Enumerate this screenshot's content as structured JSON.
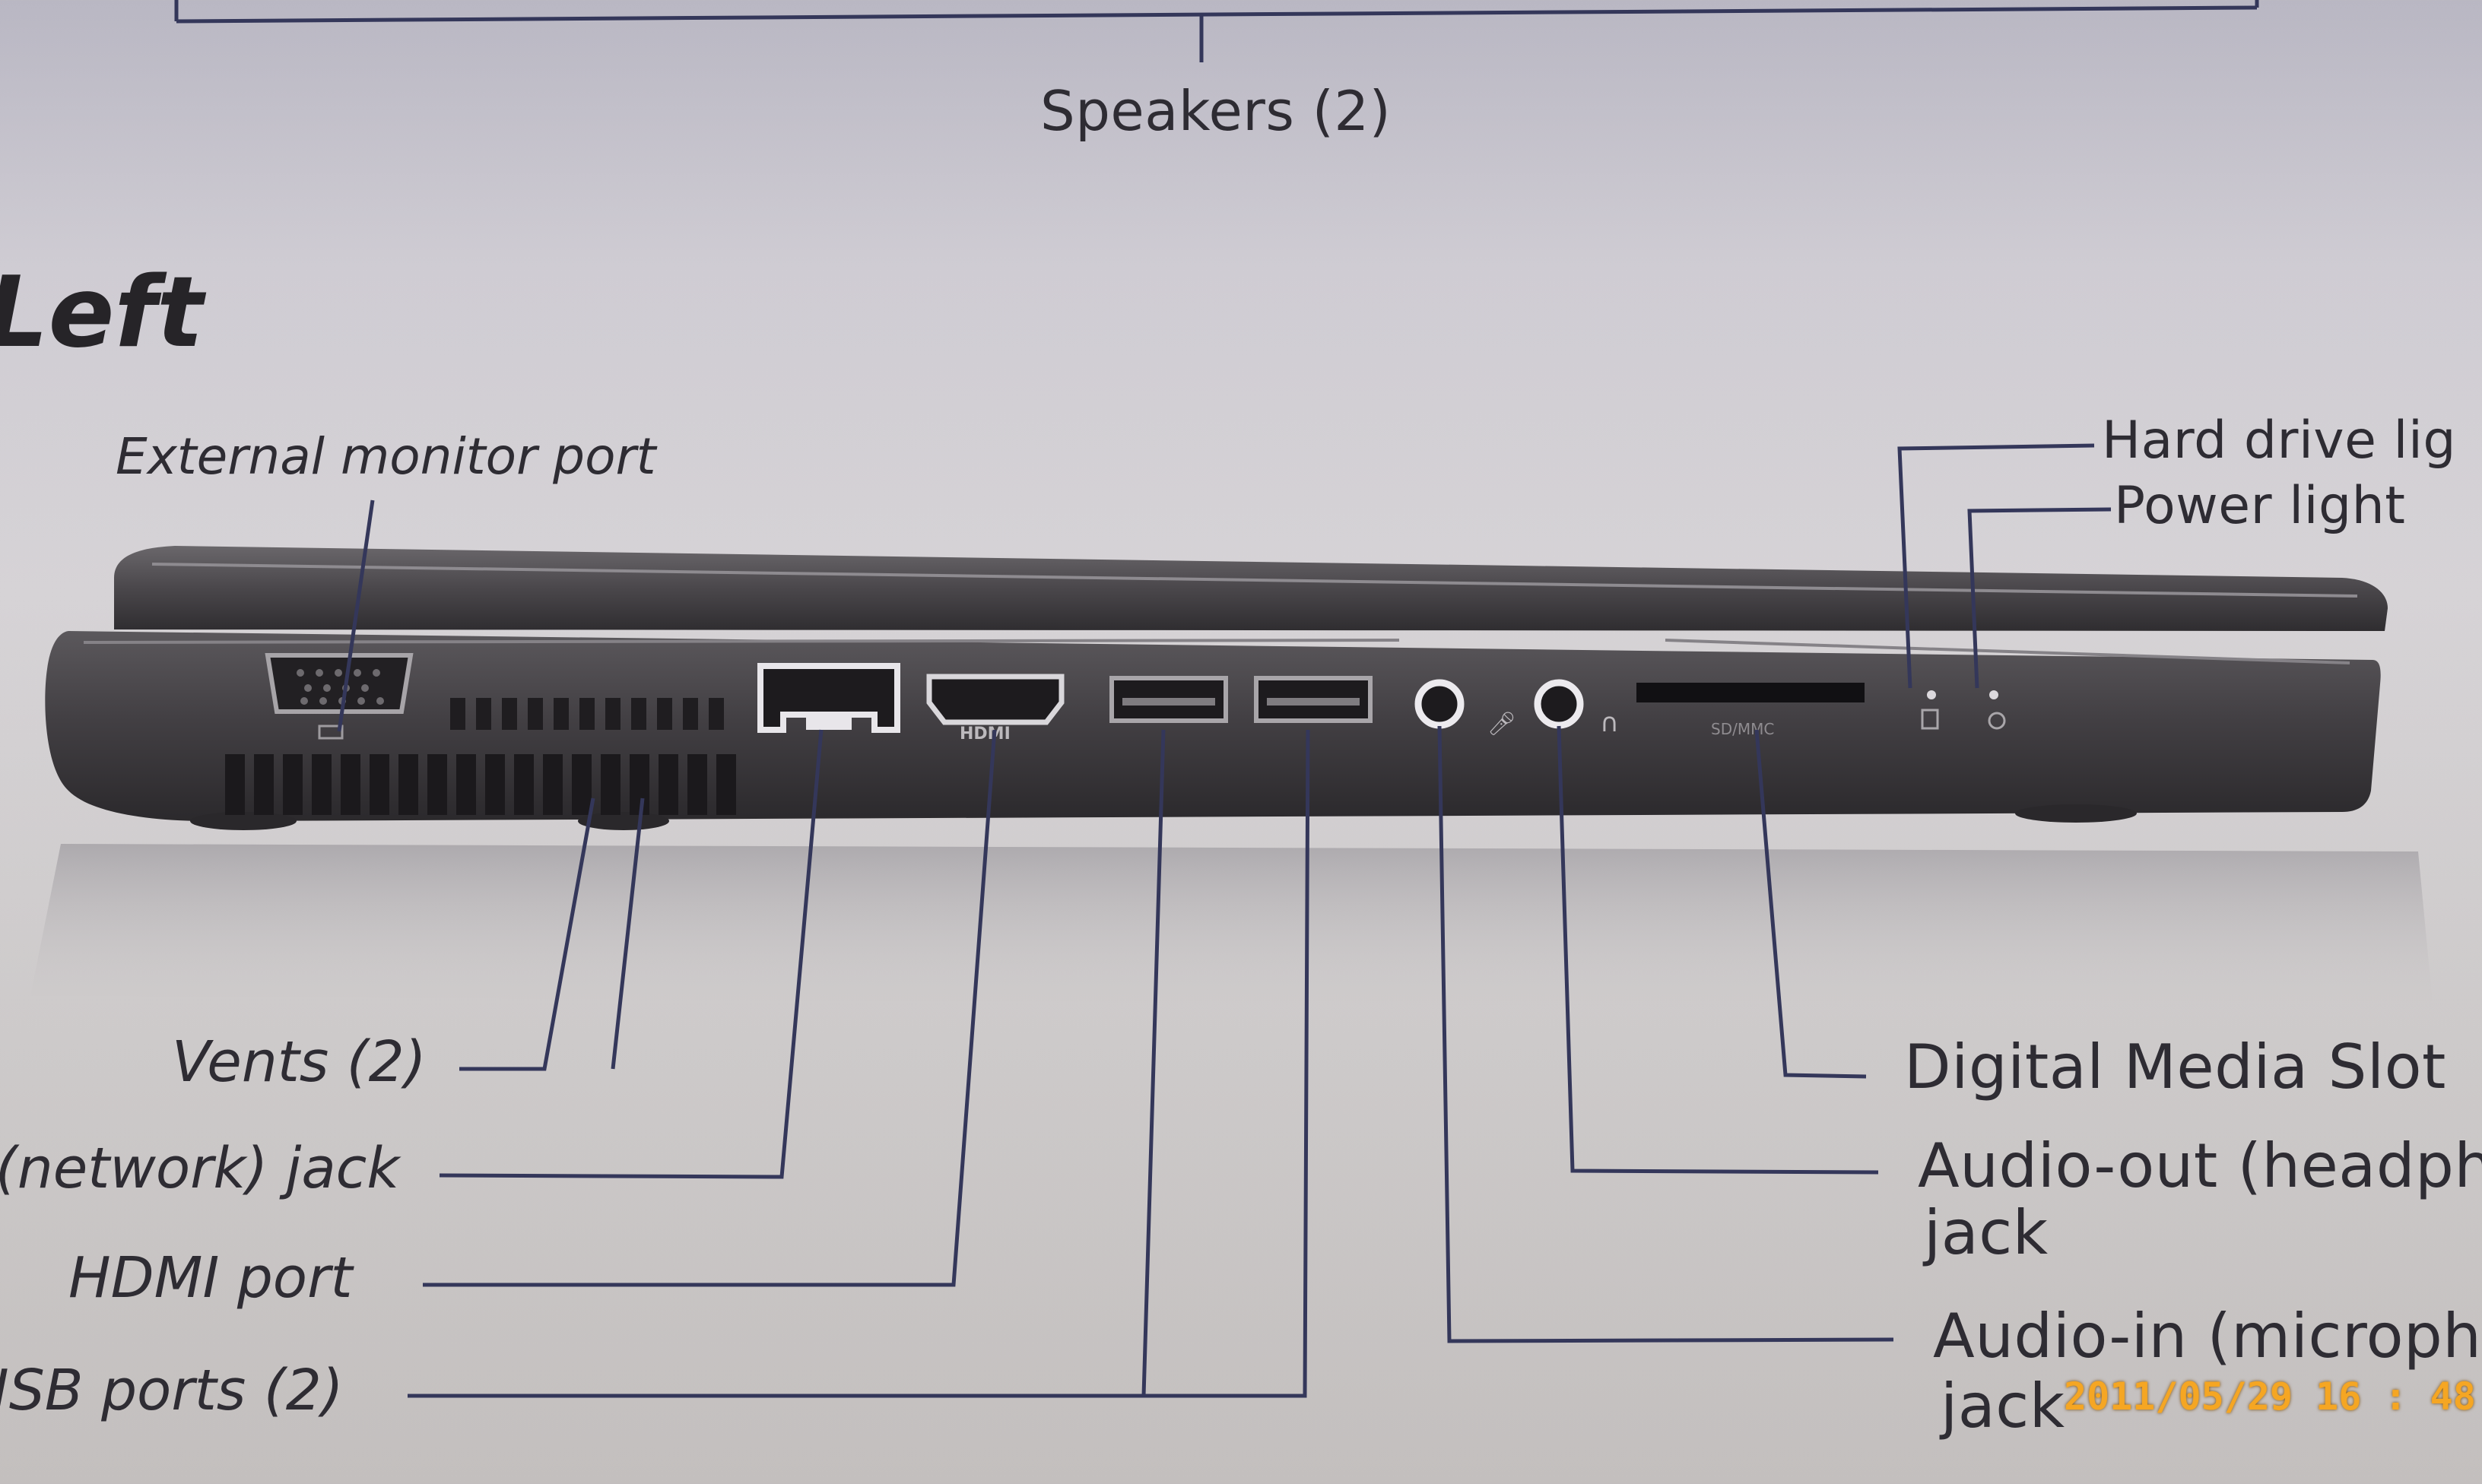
{
  "page": {
    "top_label": "Speakers (2)",
    "section_title": "Left"
  },
  "callouts": {
    "external_monitor_port": "External monitor port",
    "vents": "Vents (2)",
    "network_jack": "(network) jack",
    "hdmi_port": "HDMI port",
    "usb_ports": "JSB ports (2)",
    "hard_drive_light": "Hard drive lig",
    "power_light": "Power light",
    "digital_media_slot": "Digital Media Slot",
    "audio_out_line1": "Audio-out (headph",
    "audio_out_line2": "jack",
    "audio_in_line1": "Audio-in (microph",
    "audio_in_line2": "jack"
  },
  "port_icons": {
    "hdmi": "HDMI",
    "card_slot": "SD/MMC"
  },
  "timestamp": "2011/05/29  16 : 48",
  "colors": {
    "laptop_body": "#3f3d40",
    "leader_line": "#34375a",
    "timestamp": "#f5a623"
  }
}
